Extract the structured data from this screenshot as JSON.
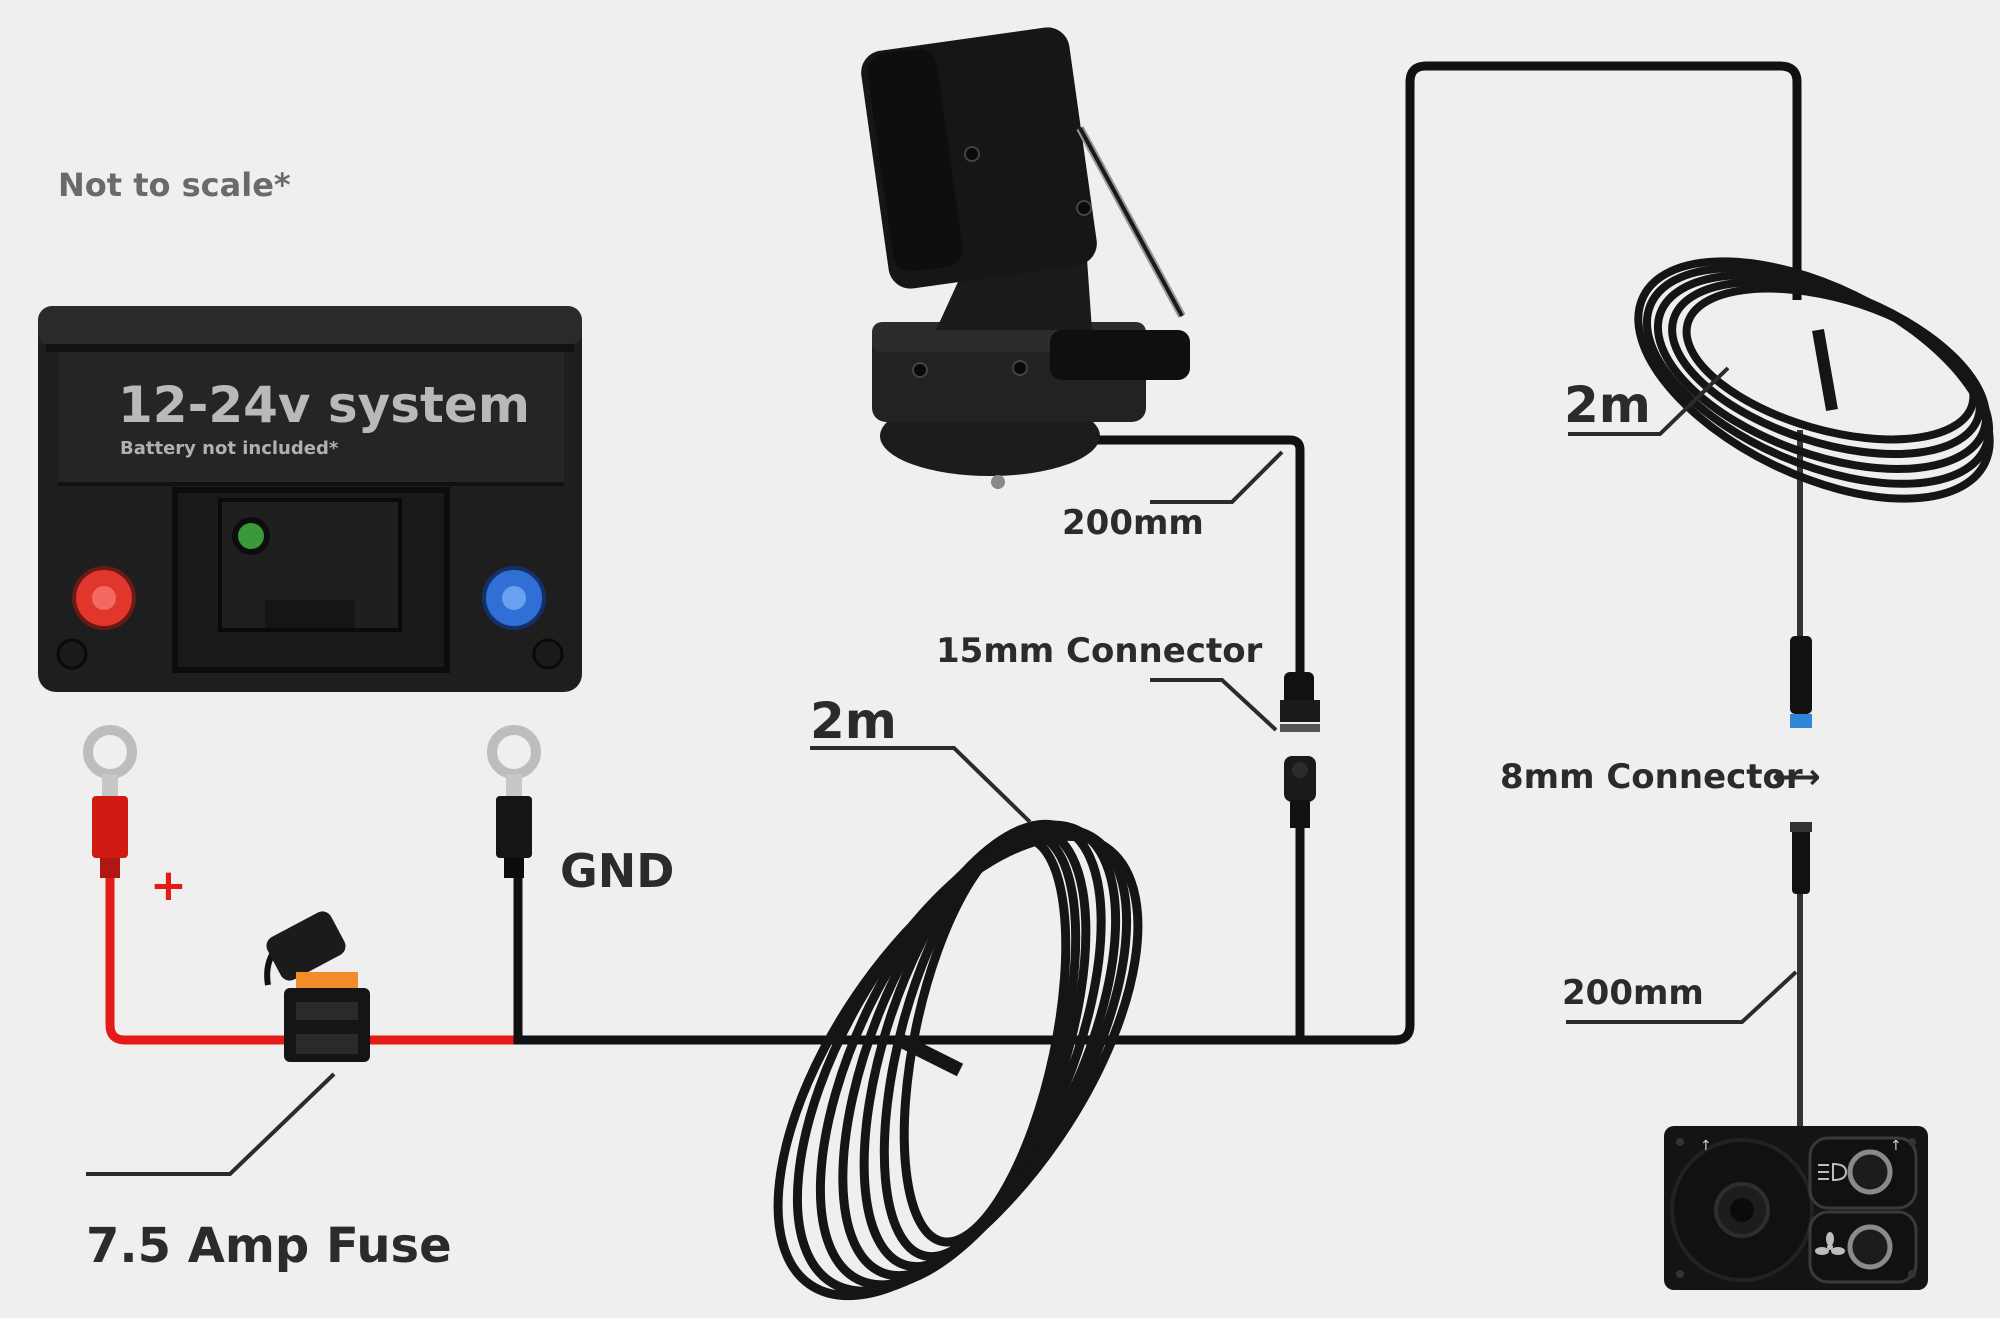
{
  "note": "Not to scale*",
  "battery": {
    "title": "12-24v system",
    "subtitle": "Battery not included*"
  },
  "labels": {
    "plus": "+",
    "gnd": "GND",
    "fuse": "7.5 Amp Fuse",
    "cable_main": "2m",
    "cable_light": "200mm",
    "connector_15": "15mm Connector",
    "cable_remote": "2m",
    "connector_8": "8mm Connector",
    "arrow": "⟷",
    "cable_switch": "200mm"
  },
  "colors": {
    "background": "#efefef",
    "positive_wire": "#e41b17",
    "ground_wire": "#111111",
    "positive_terminal": "#e0362c",
    "negative_terminal": "#2f6fd6",
    "indicator": "#3a9a3a",
    "fuse_window": "#f28c28",
    "connector_band": "#2f86d6",
    "label_text": "#2b2b2b",
    "note_text": "#6a6a6a"
  },
  "icons": {
    "light_switch": "headlight-icon",
    "fan_switch": "fan-icon"
  }
}
